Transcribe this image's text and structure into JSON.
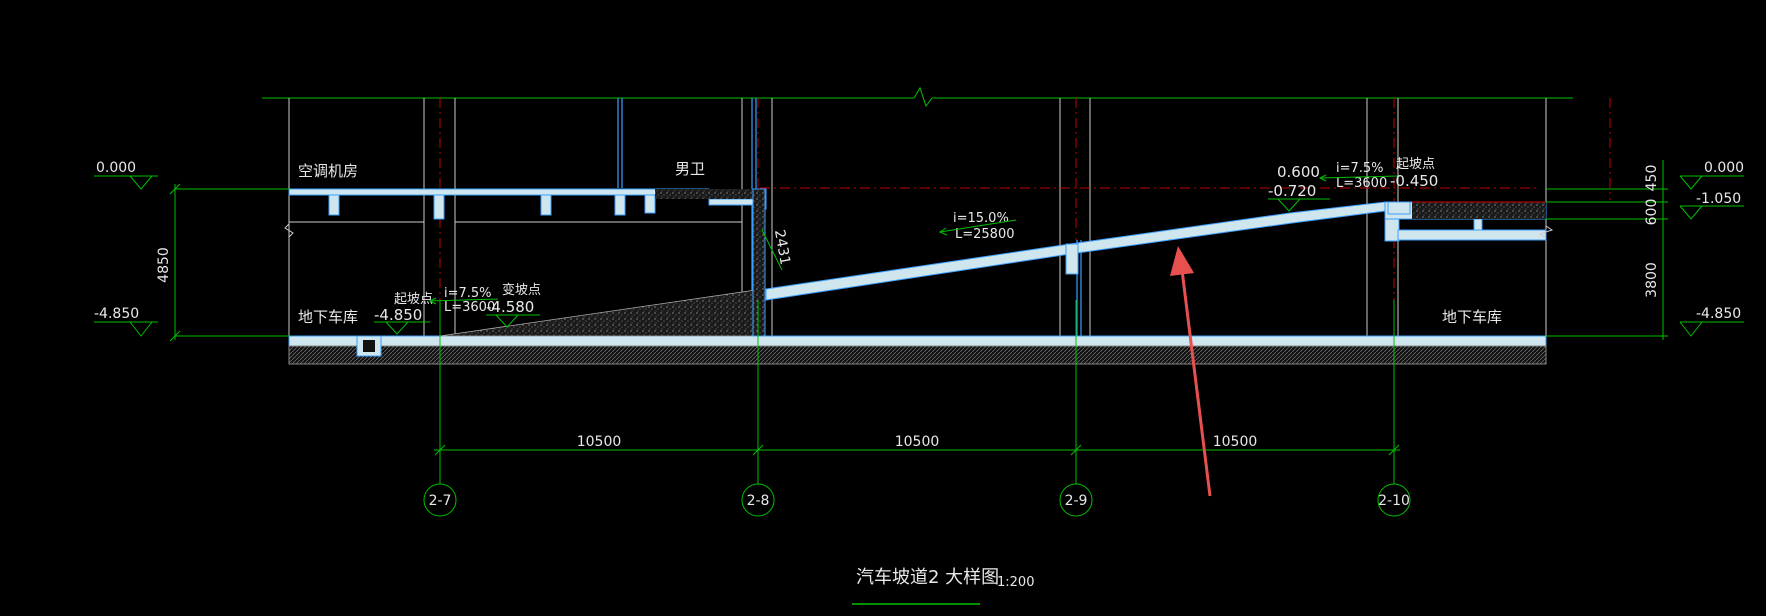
{
  "title": {
    "text": "汽车坡道2 大样图",
    "scale": "1:200"
  },
  "rooms": {
    "ac_room": "空调机房",
    "toilet": "男卫",
    "garage_left": "地下车库",
    "garage_right": "地下车库"
  },
  "elevations_left": {
    "top": "0.000",
    "bottom": "-4.850"
  },
  "elevations_right": {
    "top": "0.000",
    "mid": "-1.050",
    "bottom": "-4.850"
  },
  "left_height_dim": "4850",
  "right_dims": {
    "a": "450",
    "b": "600",
    "c": "3800"
  },
  "axes": [
    "2-7",
    "2-8",
    "2-9",
    "2-10"
  ],
  "spans": [
    "10500",
    "10500",
    "10500"
  ],
  "ramp_left": {
    "start_label": "起坡点",
    "start_elev": "-4.850",
    "slope": "i=7.5%",
    "length": "L=3600",
    "change_label": "变坡点",
    "change_elev": "-4.580"
  },
  "ramp_main": {
    "slope": "i=15.0%",
    "length": "L=25800",
    "inclined_dim": "2431"
  },
  "ramp_right": {
    "elev_top": "0.600",
    "elev_low": "-0.720",
    "slope": "i=7.5%",
    "length": "L=3600",
    "end_label": "起坡点",
    "end_elev": "-0.450"
  },
  "colors": {
    "background": "#000000",
    "grid": "#00c000",
    "slab": "#cfe6ee",
    "slab_edge": "#3aa0ff",
    "axis_red": "#c00000",
    "arrow": "#e85050"
  }
}
